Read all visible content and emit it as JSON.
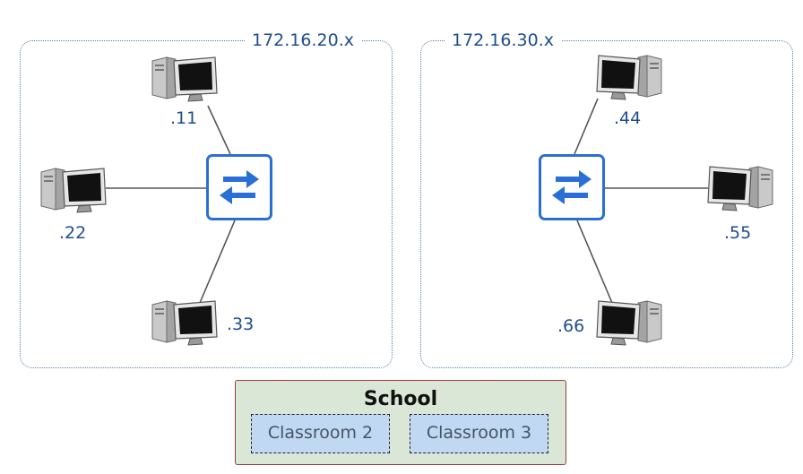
{
  "networks": [
    {
      "label": "172.16.20.x",
      "hosts": [
        ".11",
        ".22",
        ".33"
      ]
    },
    {
      "label": "172.16.30.x",
      "hosts": [
        ".44",
        ".55",
        ".66"
      ]
    }
  ],
  "school": {
    "title": "School",
    "rooms": [
      "Classroom 2",
      "Classroom 3"
    ]
  },
  "colors": {
    "text_blue": "#1f4e8c",
    "switch_blue": "#2a6fd6",
    "school_fill": "#dbe7d6",
    "school_border": "#9a3a3a",
    "room_fill": "#c0d8f2"
  },
  "icons": {
    "switch": "network-switch-icon",
    "host": "desktop-computer-icon"
  }
}
